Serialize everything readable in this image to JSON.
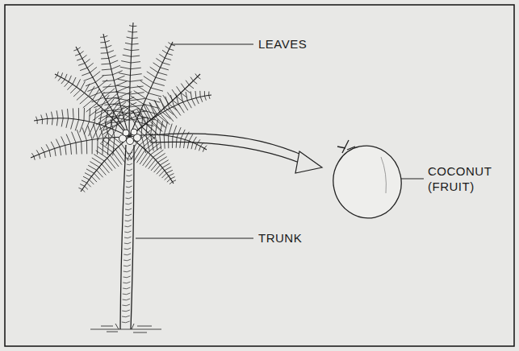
{
  "diagram": {
    "labels": [
      "LEAVES",
      "TRUNK",
      "COCONUT (FRUIT)"
    ]
  }
}
